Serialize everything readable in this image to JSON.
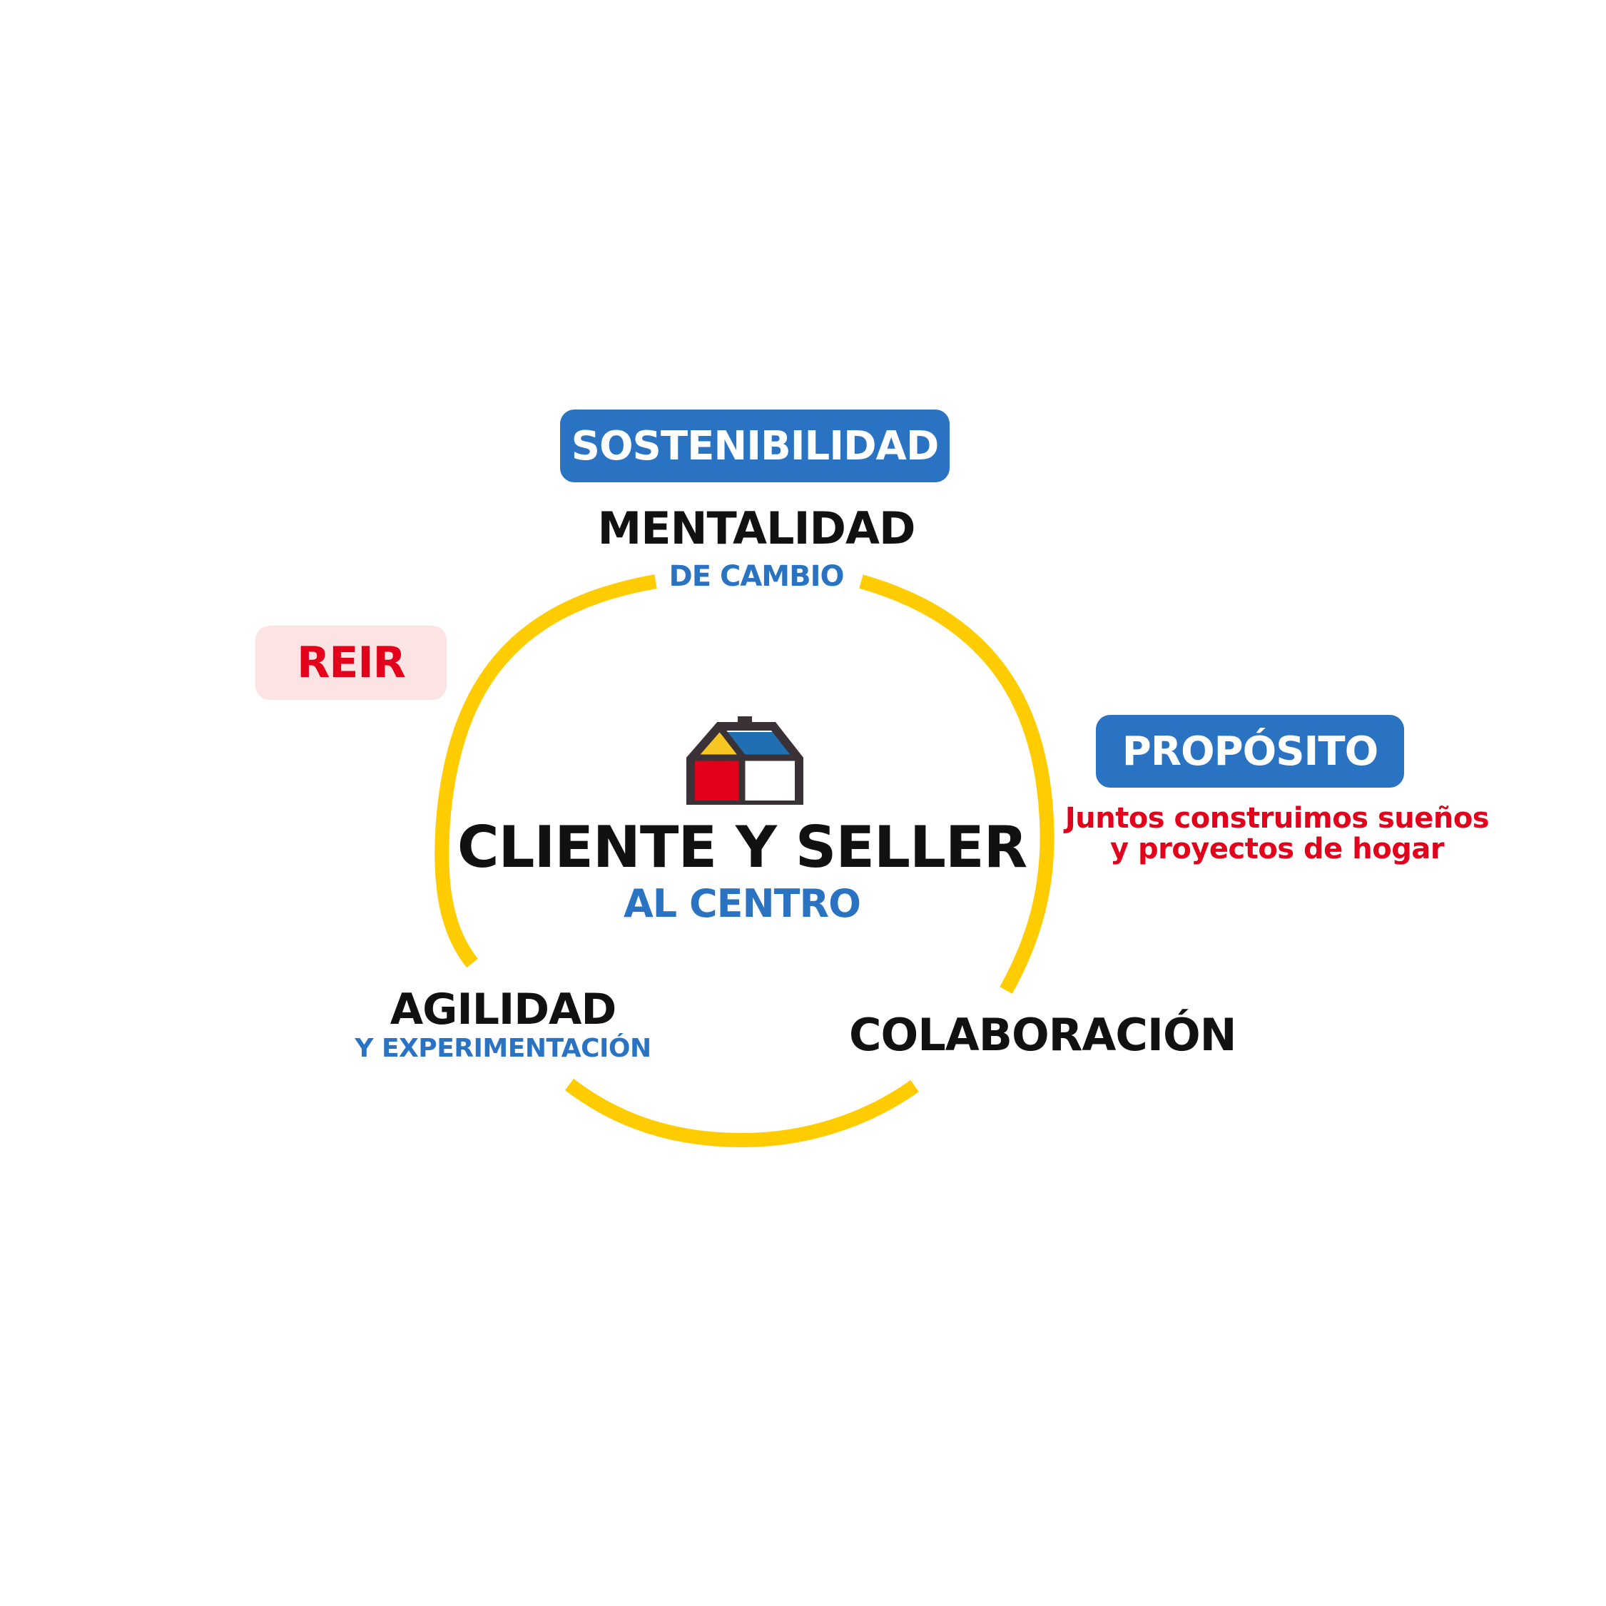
{
  "colors": {
    "ring": "#ffcc00",
    "brand_blue": "#2a73c2",
    "brand_red": "#e3001b",
    "pink_bg": "#fce4e4",
    "house_outline": "#3a3236",
    "house_yellow": "#f7c623",
    "house_blue": "#1f6fb2",
    "house_red": "#e3001b",
    "text_dark": "#111111"
  },
  "pills": {
    "sostenibilidad": "SOSTENIBILIDAD",
    "proposito": "PROPÓSITO",
    "reir": "REIR"
  },
  "nodes": {
    "top": {
      "title": "MENTALIDAD",
      "subtitle": "DE CAMBIO"
    },
    "left": {
      "title": "AGILIDAD",
      "subtitle": "Y EXPERIMENTACIÓN"
    },
    "right": {
      "title": "COLABORACIÓN"
    }
  },
  "center": {
    "icon": "house-logo-icon",
    "title": "CLIENTE Y SELLER",
    "subtitle": "AL CENTRO"
  },
  "purpose": {
    "line1": "Juntos construimos sueños",
    "line2": "y proyectos de hogar"
  }
}
